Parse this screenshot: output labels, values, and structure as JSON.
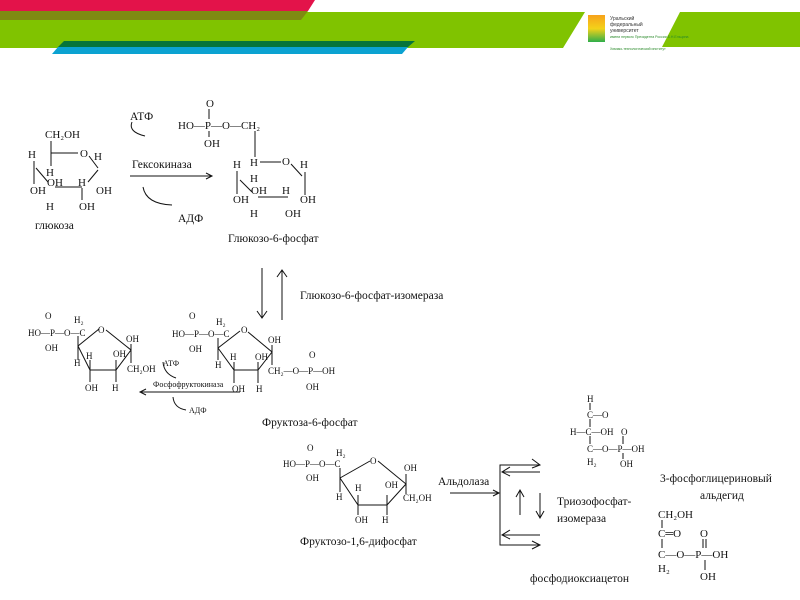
{
  "colors": {
    "red": "#e3134a",
    "olive": "#7f8a12",
    "green": "#80c300",
    "dark_green": "#06743a",
    "blue": "#0ba2d1"
  },
  "logo": {
    "lines": [
      "Уральский",
      "федеральный",
      "университет"
    ],
    "sub": "имени первого Президента России Б.Н.Ельцина",
    "tag": "Химико-технологический институт"
  },
  "labels": {
    "glucose": "глюкоза",
    "atp": "АТФ",
    "adp": "АДФ",
    "hexokinase": "Гексокиназа",
    "g6p": "Глюкозо-6-фосфат",
    "isomerase": "Глюкозо-6-фосфат-изомераза",
    "pfk": "Фосфофруктокиназа",
    "f6p": "Фруктоза-6-фосфат",
    "f16dp": "Фруктозо-1,6-дифосфат",
    "aldolase": "Альдолаза",
    "tpi_1": "Триозофосфат-",
    "tpi_2": "изомераза",
    "gap_1": "3-фосфоглицериновый",
    "gap_2": "альдегид",
    "dhap": "фосфодиоксиацетон"
  },
  "mol": {
    "glucose": [
      "CH₂OH",
      "H",
      "O",
      "H",
      "H",
      "OH",
      "OH",
      "H",
      "OH",
      "H",
      "OH"
    ],
    "g6p": [
      "O",
      "HO—P—O—CH₂",
      "OH",
      "H",
      "H",
      "O",
      "H",
      "H",
      "OH",
      "OH",
      "H",
      "OH",
      "H",
      "OH"
    ],
    "f6p": [
      "O",
      "HO—P—O—C",
      "H₂",
      "OH",
      "O",
      "OH",
      "H",
      "H",
      "OH",
      "CH₂OH",
      "OH",
      "H"
    ],
    "f16dp_top": [
      "O",
      "HO—P—O—C",
      "H₂",
      "OH",
      "O",
      "OH",
      "H",
      "H",
      "OH",
      "CH₂—O—P—OH",
      "O",
      "OH",
      "OH",
      "H"
    ],
    "f16dp": [
      "O",
      "HO—P—O—C",
      "H₂",
      "OH",
      "O",
      "OH",
      "H",
      "H",
      "OH",
      "CH₂OH",
      "OH",
      "H"
    ],
    "gap": [
      "H",
      "C—O",
      "H—C—OH",
      "O",
      "C—O—P—OH",
      "H₂",
      "OH"
    ],
    "dhap": [
      "CH₂OH",
      "C═O",
      "O",
      "C—O—P—OH",
      "H₂",
      "OH"
    ]
  }
}
